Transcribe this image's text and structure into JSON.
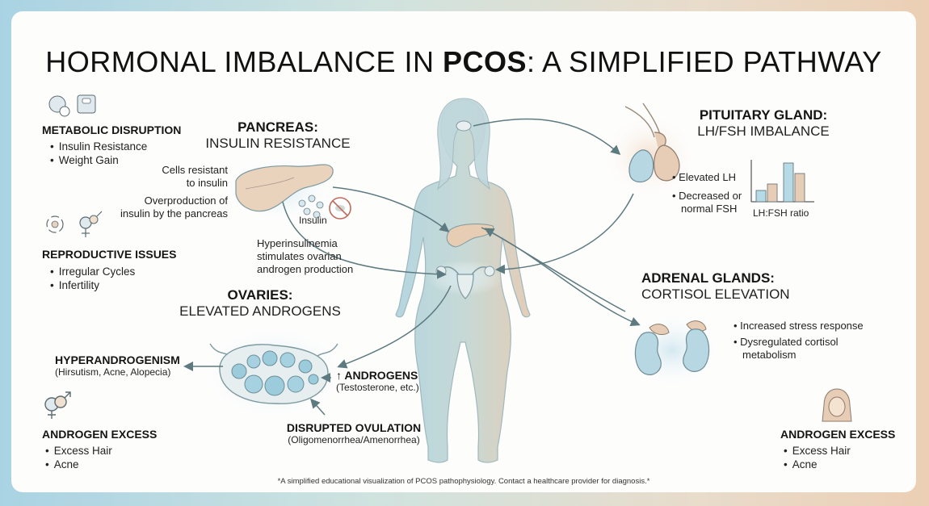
{
  "title_regular_1": "HORMONAL IMBALANCE IN ",
  "title_bold": "PCOS",
  "title_regular_2": ": A SIMPLIFIED PATHWAY",
  "metabolic": {
    "title": "METABOLIC DISRUPTION",
    "items": [
      "Insulin Resistance",
      "Weight Gain"
    ]
  },
  "reproductive": {
    "title": "REPRODUCTIVE ISSUES",
    "items": [
      "Irregular Cycles",
      "Infertility"
    ]
  },
  "androgen_left": {
    "title": "ANDROGEN EXCESS",
    "items": [
      "Excess Hair",
      "Acne"
    ]
  },
  "androgen_right": {
    "title": "ANDROGEN EXCESS",
    "items": [
      "Excess Hair",
      "Acne"
    ]
  },
  "pancreas": {
    "title": "PANCREAS:",
    "subtitle": "INSULIN RESISTANCE",
    "note1_line1": "Cells resistant",
    "note1_line2": "to insulin",
    "note2_line1": "Overproduction of",
    "note2_line2": "insulin by the pancreas",
    "insulin_label": "Insulin",
    "hyper_line1": "Hyperinsulinemia",
    "hyper_line2": "stimulates ovarian",
    "hyper_line3": "androgen production"
  },
  "ovaries": {
    "title": "OVARIES:",
    "subtitle": "ELEVATED ANDROGENS",
    "hyperandrogenism_title": "HYPERANDROGENISM",
    "hyperandrogenism_detail": "(Hirsutism, Acne, Alopecia)",
    "androgens_title": "↑ ANDROGENS",
    "androgens_detail": "(Testosterone, etc.)",
    "ovulation_title": "DISRUPTED OVULATION",
    "ovulation_detail": "(Oligomenorrhea/Amenorrhea)"
  },
  "pituitary": {
    "title": "PITUITARY GLAND:",
    "subtitle": "LH/FSH IMBALANCE",
    "item1": "Elevated LH",
    "item2_line1": "Decreased or",
    "item2_line2": "normal FSH",
    "chart_label": "LH:FSH ratio"
  },
  "adrenal": {
    "title": "ADRENAL GLANDS:",
    "subtitle": "CORTISOL ELEVATION",
    "item1": "Increased stress response",
    "item2_line1": "Dysregulated cortisol",
    "item2_line2": "metabolism"
  },
  "footnote": "*A simplified educational visualization of PCOS pathophysiology. Contact a healthcare provider for diagnosis.*",
  "colors": {
    "arrow": "#5d7a80",
    "organ_blue": "#a9cfe0",
    "organ_peach": "#e7c9ad",
    "chart_blue": "#b6dbe6",
    "chart_peach": "#e8cdb6"
  }
}
